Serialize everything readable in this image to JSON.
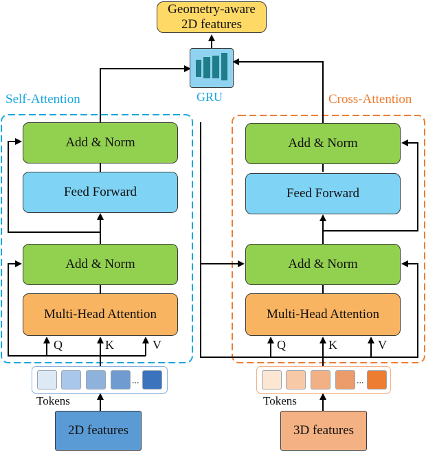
{
  "output": {
    "label": "Geometry-aware 2D features"
  },
  "gru": {
    "label": "GRU"
  },
  "self_attention": {
    "title": "Self-Attention",
    "add_norm_top": "Add & Norm",
    "feed_forward": "Feed Forward",
    "add_norm_bottom": "Add & Norm",
    "mha": "Multi-Head Attention",
    "q": "Q",
    "k": "K",
    "v": "V"
  },
  "cross_attention": {
    "title": "Cross-Attention",
    "add_norm_top": "Add & Norm",
    "feed_forward": "Feed Forward",
    "add_norm_bottom": "Add & Norm",
    "mha": "Multi-Head Attention",
    "q": "Q",
    "k": "K",
    "v": "V"
  },
  "tokens_2d": {
    "label": "Tokens",
    "dots": "...",
    "colors": [
      "#dde9f5",
      "#a9c7ea",
      "#8fb2dd",
      "#6f9bd0",
      "#3b74bc"
    ]
  },
  "tokens_3d": {
    "label": "Tokens",
    "dots": "...",
    "colors": [
      "#fde6d2",
      "#f8c9a7",
      "#f1b184",
      "#ec9c6a",
      "#ed7d31"
    ]
  },
  "input_2d": {
    "label": "2D features"
  },
  "input_3d": {
    "label": "3D features"
  },
  "colors": {
    "self_attention_accent": "#1aa6e0",
    "cross_attention_accent": "#ed7d31",
    "add_norm": "#92d050",
    "feed_forward": "#7fd3f5",
    "mha": "#f9b461",
    "output": "#ffd966",
    "features_2d": "#5b9bd5",
    "features_3d": "#f4b183"
  }
}
